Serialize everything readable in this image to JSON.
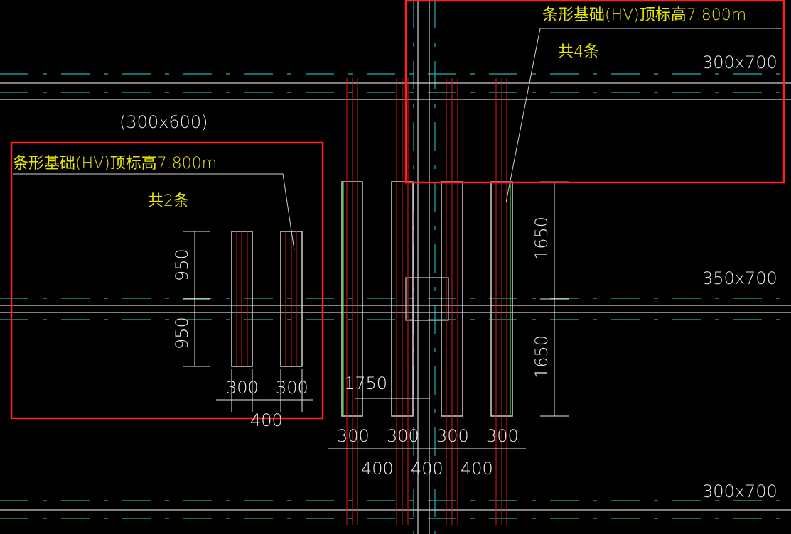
{
  "colors": {
    "background": "#000000",
    "axis": "#1fb0b0",
    "beam": "#cfcfcf",
    "rebar": "#e01818",
    "annotation_text": "#e6e600",
    "dimension": "#e8e8e8",
    "highlight_box": "#ff2020",
    "accent_line": "#19c919"
  },
  "left_group": {
    "label": "条形基础(HV)顶标高7.800m",
    "count": "共2条",
    "section": "(300x600)",
    "dim_upper": "950",
    "dim_lower": "950",
    "width_1": "300",
    "width_2": "300",
    "spacing": "400"
  },
  "right_group": {
    "label": "条形基础(HV)顶标高7.800m",
    "count": "共4条",
    "section_top": "300x700",
    "section_mid": "350x700",
    "section_bottom": "300x700",
    "dim_upper": "1650",
    "dim_lower": "1650",
    "offset": "1750",
    "width_1": "300",
    "width_2": "300",
    "width_3": "300",
    "width_4": "300",
    "spacing_1": "400",
    "spacing_2": "400",
    "spacing_3": "400"
  }
}
